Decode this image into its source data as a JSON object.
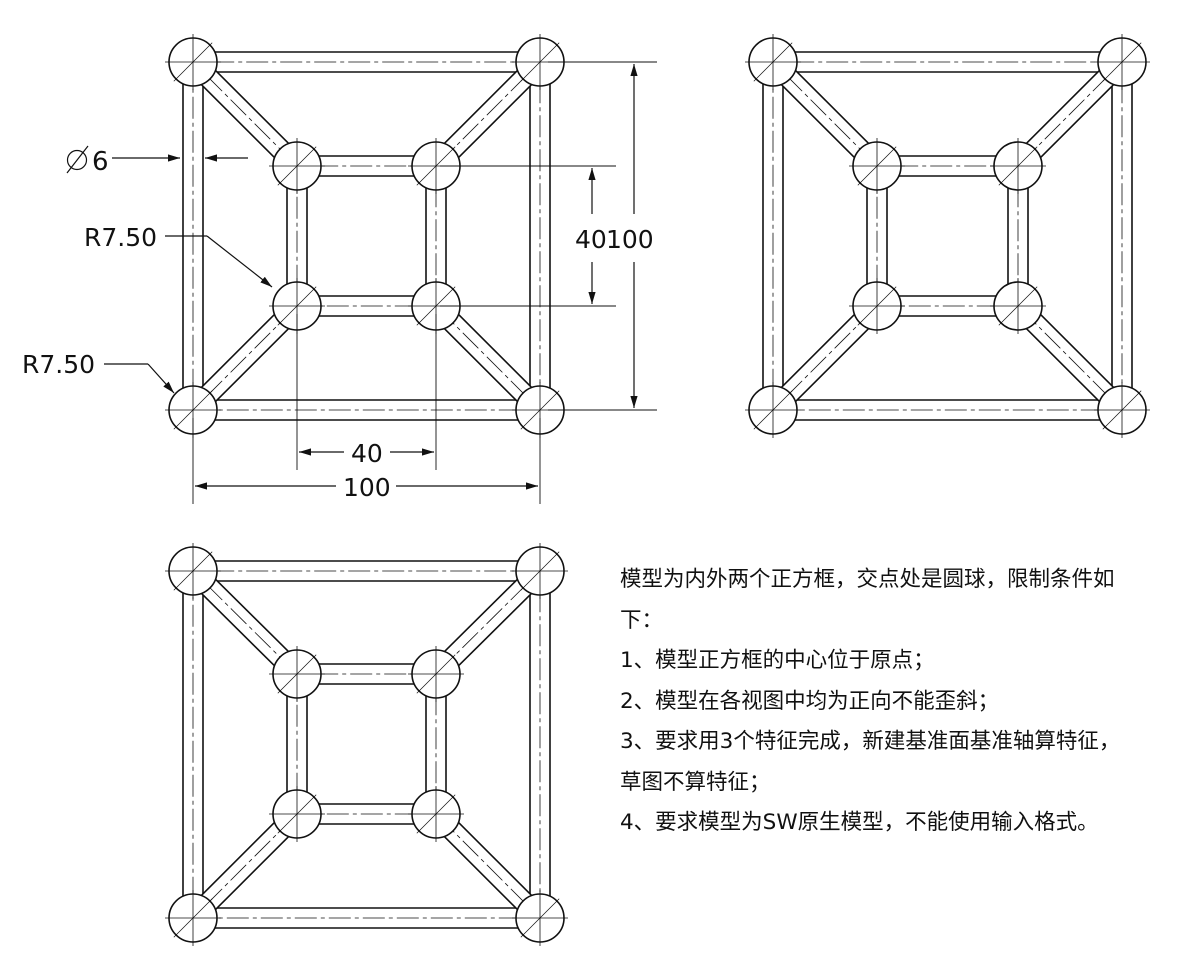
{
  "dimensions": {
    "diameter_label": "6",
    "radius_inner_label": "R7.50",
    "radius_outer_label": "R7.50",
    "inner_height_label": "40",
    "outer_height_label": "100",
    "inner_width_label": "40",
    "outer_width_label": "100"
  },
  "notes": {
    "line1": "模型为内外两个正方框，交点处是圆球，限制条件如",
    "line2": "下：",
    "line3": "1、模型正方框的中心位于原点；",
    "line4": "2、模型在各视图中均为正向不能歪斜；",
    "line5": "3、要求用3个特征完成，新建基准面基准轴算特征，",
    "line6": "草图不算特征；",
    "line7": "4、要求模型为SW原生模型，不能使用输入格式。"
  }
}
